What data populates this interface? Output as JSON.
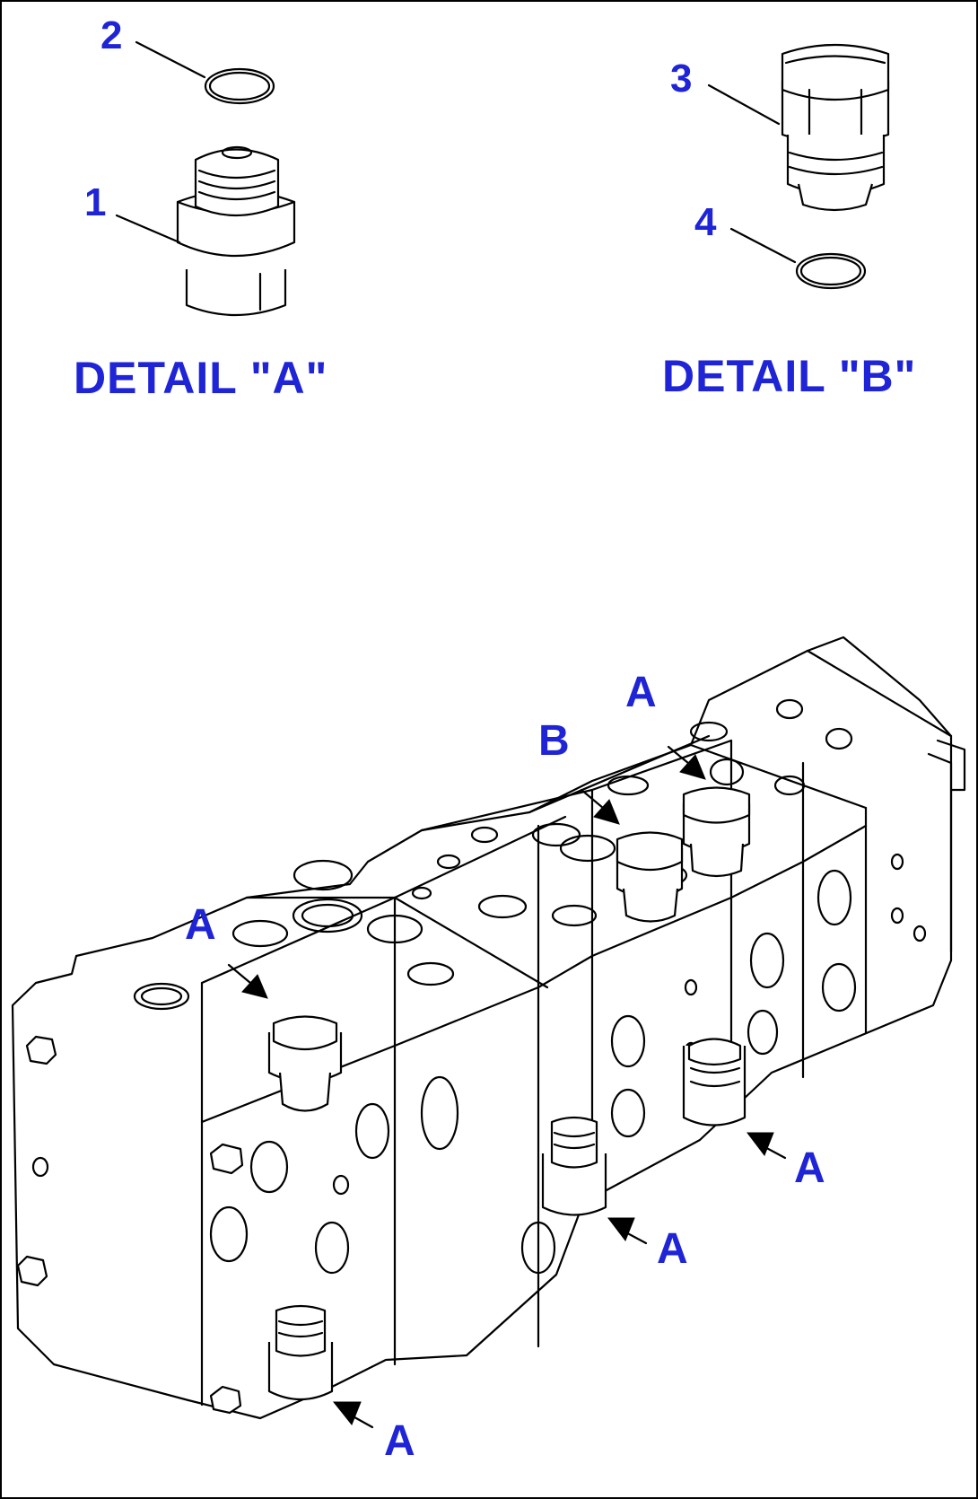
{
  "details": {
    "a": {
      "title": "DETAIL \"A\""
    },
    "b": {
      "title": "DETAIL \"B\""
    }
  },
  "parts": [
    {
      "number": "1"
    },
    {
      "number": "2"
    },
    {
      "number": "3"
    },
    {
      "number": "4"
    }
  ],
  "locators": {
    "a": "A",
    "b": "B"
  },
  "colors": {
    "label": "#1f24d6",
    "line": "#000000",
    "background": "#ffffff"
  }
}
